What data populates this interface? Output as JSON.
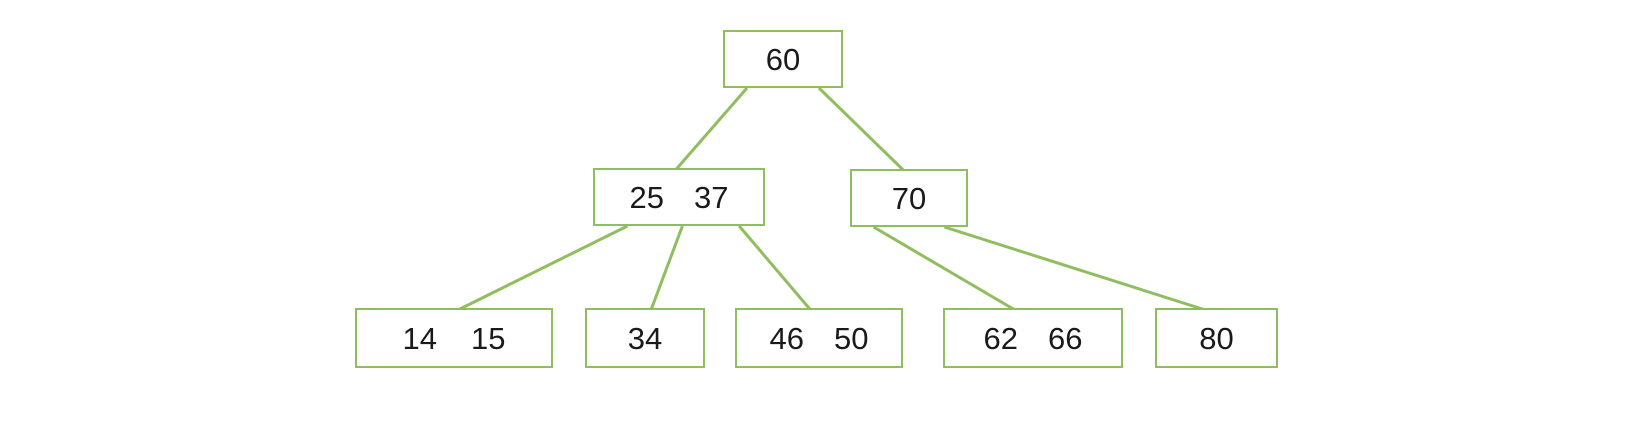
{
  "diagram": {
    "type": "btree",
    "accent_color": "#8fbe5f",
    "text_color": "#1a1a1a",
    "nodes": [
      {
        "id": "n60",
        "keys": [
          "60"
        ]
      },
      {
        "id": "n25-37",
        "keys": [
          "25",
          "37"
        ]
      },
      {
        "id": "n70",
        "keys": [
          "70"
        ]
      },
      {
        "id": "n14-15",
        "keys": [
          "14",
          "15"
        ]
      },
      {
        "id": "n34",
        "keys": [
          "34"
        ]
      },
      {
        "id": "n46-50",
        "keys": [
          "46",
          "50"
        ]
      },
      {
        "id": "n62-66",
        "keys": [
          "62",
          "66"
        ]
      },
      {
        "id": "n80",
        "keys": [
          "80"
        ]
      }
    ],
    "edges": [
      {
        "from": "n60",
        "to": "n25-37",
        "fromX": 0.2,
        "toX": 0.48
      },
      {
        "from": "n60",
        "to": "n70",
        "fromX": 0.8,
        "toX": 0.46
      },
      {
        "from": "n25-37",
        "to": "n14-15",
        "fromX": 0.2,
        "toX": 0.52
      },
      {
        "from": "n25-37",
        "to": "n34",
        "fromX": 0.52,
        "toX": 0.55
      },
      {
        "from": "n25-37",
        "to": "n46-50",
        "fromX": 0.85,
        "toX": 0.45
      },
      {
        "from": "n70",
        "to": "n62-66",
        "fromX": 0.2,
        "toX": 0.4
      },
      {
        "from": "n70",
        "to": "n80",
        "fromX": 0.8,
        "toX": 0.41
      }
    ]
  }
}
